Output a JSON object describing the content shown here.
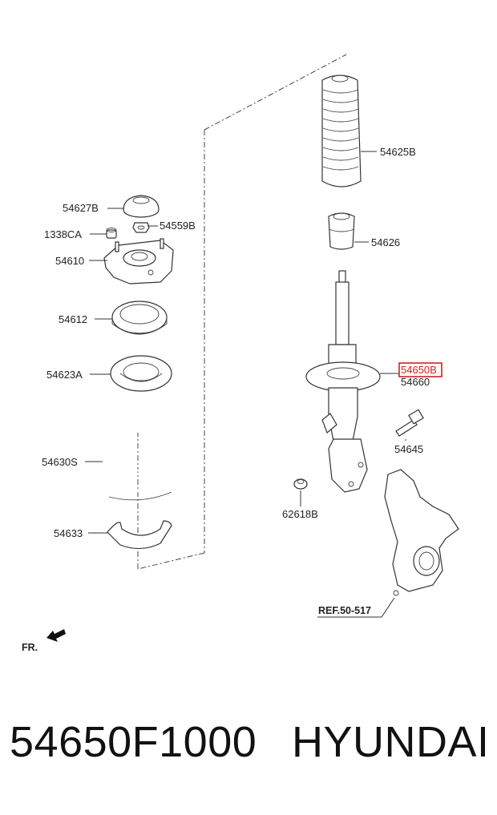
{
  "labels": {
    "p54625B": "54625B",
    "p54626": "54626",
    "p54627B": "54627B",
    "p54559B": "54559B",
    "p1338CA": "1338CA",
    "p54610": "54610",
    "p54612": "54612",
    "p54623A": "54623A",
    "p54630S": "54630S",
    "p54633": "54633",
    "p54650B": "54650B",
    "p54660": "54660",
    "p54645": "54645",
    "p62618B": "62618B",
    "ref": "REF.50-517",
    "fr": "FR."
  },
  "highlight_color": "#d42020",
  "footer": {
    "part_number": "54650F1000",
    "brand": "HYUNDAI"
  }
}
